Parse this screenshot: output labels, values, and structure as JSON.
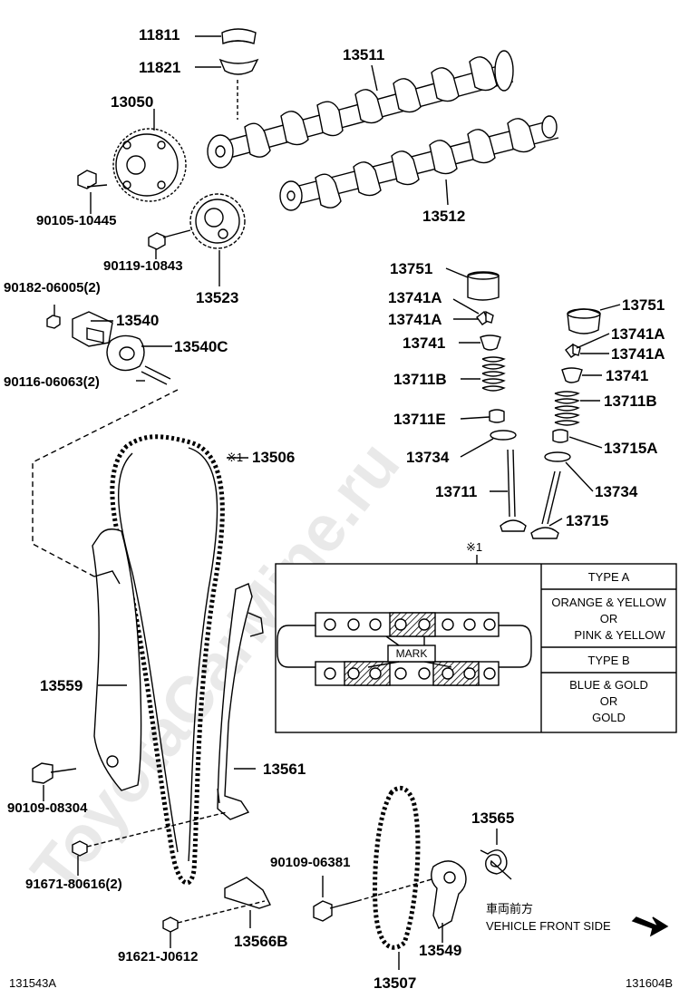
{
  "watermark": "ToyotaCarMine.ru",
  "parts": {
    "p11811": "11811",
    "p11821": "11821",
    "p13511": "13511",
    "p13050": "13050",
    "p13512": "13512",
    "p90105": "90105-10445",
    "p90119": "90119-10843",
    "p13523": "13523",
    "p90182": "90182-06005(2)",
    "p13540": "13540",
    "p13540c": "13540C",
    "p90116": "90116-06063(2)",
    "p13506": "13506",
    "p13506_mark": "※1",
    "p13559": "13559",
    "p90109a": "90109-08304",
    "p13561": "13561",
    "p91671": "91671-80616(2)",
    "p13565": "13565",
    "p90109b": "90109-06381",
    "p13566b": "13566B",
    "p91621": "91621-J0612",
    "p13549": "13549",
    "p13507": "13507",
    "p13751a": "13751",
    "p13741a1": "13741A",
    "p13741a2": "13741A",
    "p13741_1": "13741",
    "p13711b_1": "13711B",
    "p13711e": "13711E",
    "p13734_1": "13734",
    "p13711": "13711",
    "p13751b": "13751",
    "p13741a3": "13741A",
    "p13741a4": "13741A",
    "p13741_2": "13741",
    "p13711b_2": "13711B",
    "p13715a": "13715A",
    "p13734_2": "13734",
    "p13715": "13715"
  },
  "detail_box": {
    "ref": "※1",
    "mark_label": "MARK",
    "type_a": "TYPE A",
    "type_a_line1": "ORANGE & YELLOW",
    "type_a_line2": "OR",
    "type_a_line3": "PINK & YELLOW",
    "type_b": "TYPE B",
    "type_b_line1": "BLUE & GOLD",
    "type_b_line2": "OR",
    "type_b_line3": "GOLD"
  },
  "direction": {
    "jp": "車両前方",
    "en": "VEHICLE FRONT SIDE"
  },
  "codes": {
    "left": "131543A",
    "right": "131604B"
  }
}
